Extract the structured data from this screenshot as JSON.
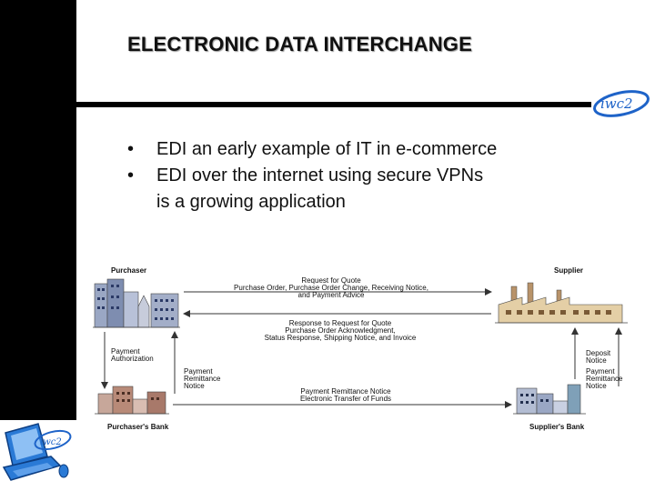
{
  "slide": {
    "title": "ELECTRONIC DATA INTERCHANGE",
    "bullets": [
      "EDI an early example of IT in e-commerce",
      "EDI over the internet using secure VPNs",
      "is a growing application"
    ],
    "logo_text": "iwc2"
  },
  "diagram": {
    "purchaser": "Purchaser",
    "supplier": "Supplier",
    "purchasers_bank": "Purchaser's Bank",
    "suppliers_bank": "Supplier's Bank",
    "request_lines": [
      "Request for Quote",
      "Purchase Order, Purchase Order Change, Receiving Notice,",
      "and Payment Advice"
    ],
    "response_lines": [
      "Response to Request for Quote",
      "Purchase Order Acknowledgment,",
      "Status Response, Shipping Notice, and Invoice"
    ],
    "payment_auth_lines": [
      "Payment",
      "Authorization"
    ],
    "payment_remit_left_lines": [
      "Payment",
      "Remittance",
      "Notice"
    ],
    "bank_transfer_lines": [
      "Payment Remittance Notice",
      "Electronic Transfer of Funds"
    ],
    "deposit_lines": [
      "Deposit",
      "Notice"
    ],
    "payment_remit_right_lines": [
      "Payment",
      "Remittance",
      "Notice"
    ]
  }
}
